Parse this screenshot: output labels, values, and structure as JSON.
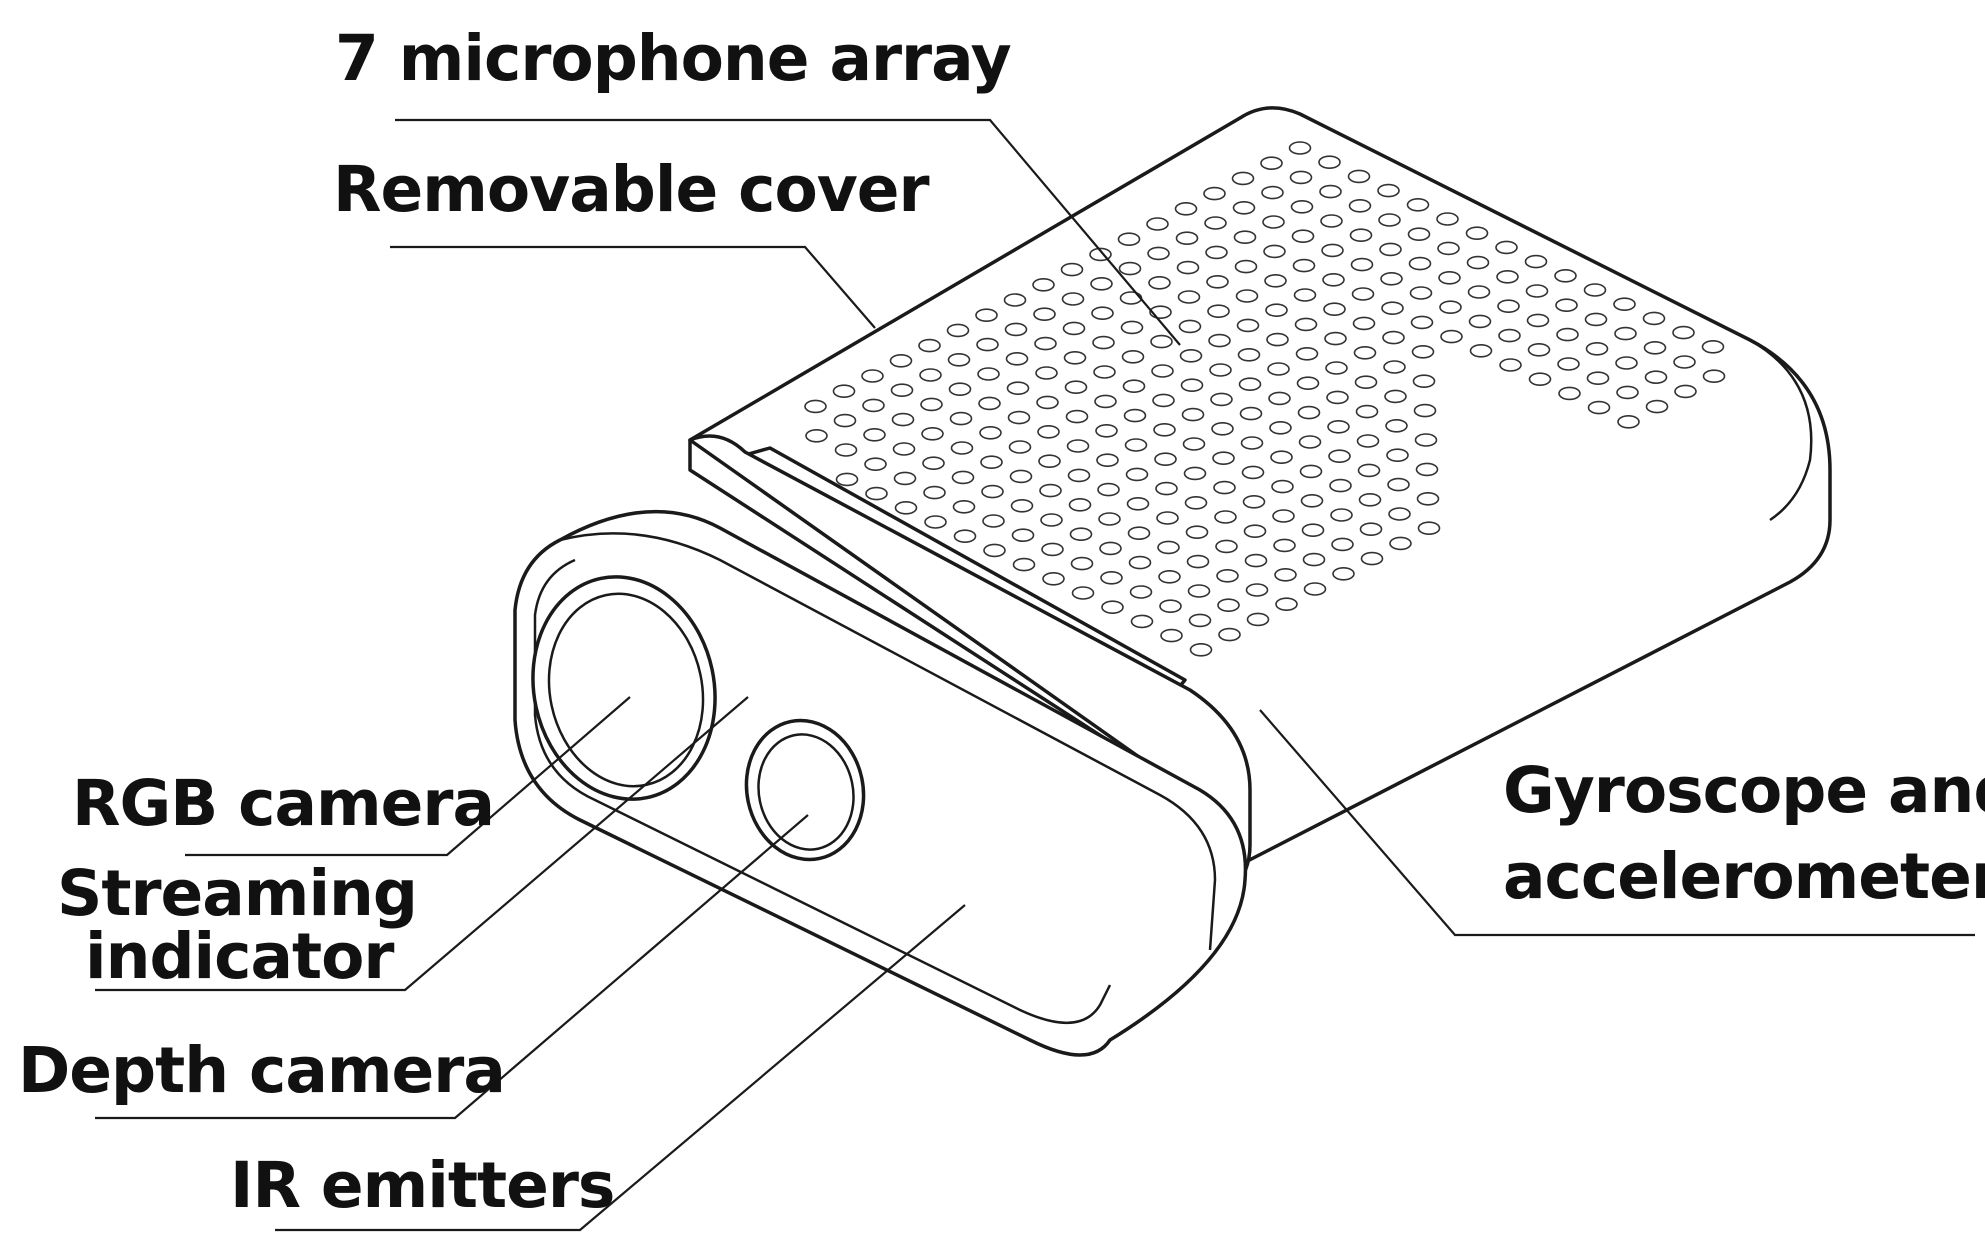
{
  "diagram": {
    "labels": {
      "microphone_array": "7 microphone array",
      "removable_cover": "Removable cover",
      "rgb_camera": "RGB camera",
      "streaming_indicator_line1": "Streaming",
      "streaming_indicator_line2": "indicator",
      "depth_camera": "Depth camera",
      "ir_emitters": "IR emitters",
      "gyroscope_line1": "Gyroscope and",
      "gyroscope_line2": "accelerometer"
    },
    "line_color": "#1a1a1a",
    "text_color": "#111111",
    "background": "#ffffff"
  }
}
